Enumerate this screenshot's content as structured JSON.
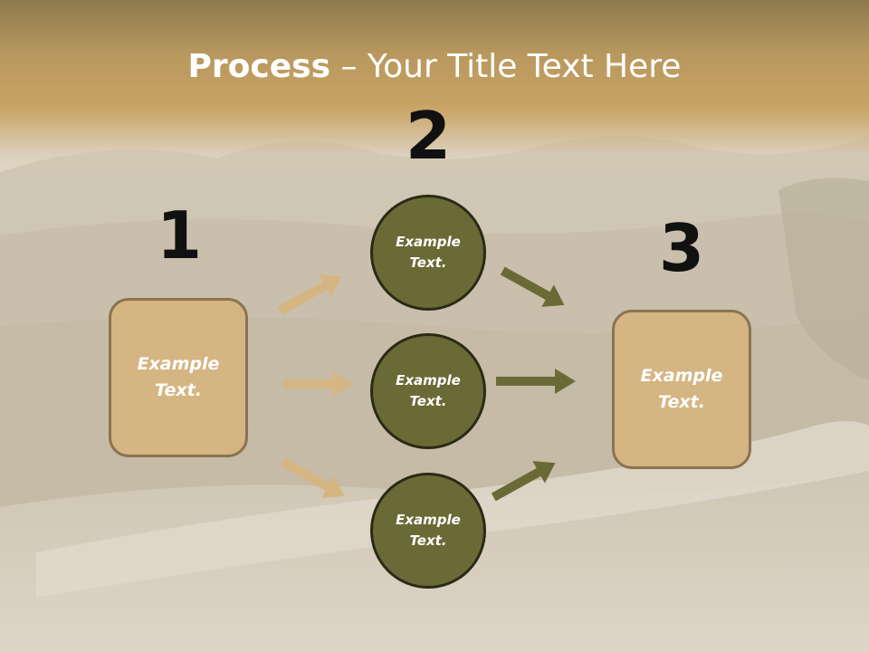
{
  "title": {
    "bold": "Process",
    "rest": " – Your Title Text Here"
  },
  "steps": [
    "1",
    "2",
    "3"
  ],
  "left_box": {
    "text": "Example Text."
  },
  "right_box": {
    "text": "Example Text."
  },
  "circles": [
    {
      "text": "Example Text."
    },
    {
      "text": "Example Text."
    },
    {
      "text": "Example Text."
    }
  ],
  "colors": {
    "box_fill": "#d5b582",
    "box_border": "#8b7352",
    "circle_fill": "#6a6a36",
    "left_arrow": "#d5b582",
    "right_arrow": "#6a6a36"
  }
}
